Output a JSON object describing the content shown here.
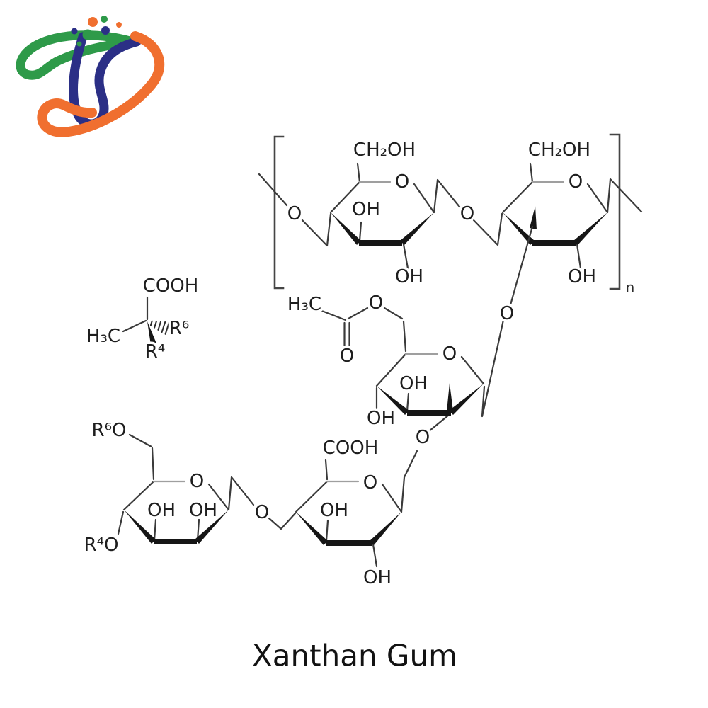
{
  "molecule": {
    "caption": "Xanthan Gum",
    "repeat_subscript": "n",
    "glycosidic_o_left": "O",
    "glycosidic_o_mid": "O",
    "sidechain_o_top": "O",
    "sidechain_o_mid": "O",
    "sidechain_o_bottom": "O",
    "backbone_glucose_1": {
      "ch2oh": "CH₂OH",
      "ring_o": "O",
      "oh_inner": "OH",
      "oh_bottom": "OH"
    },
    "backbone_glucose_2": {
      "ch2oh": "CH₂OH",
      "ring_o": "O",
      "oh_bottom": "OH"
    },
    "acetyl_mannose": {
      "ring_o": "O",
      "oh_inner": "OH",
      "oh_c4": "OH",
      "acetyl_h3c": "H₃C",
      "acetyl_ester_o": "O",
      "acetyl_carbonyl_o": "O"
    },
    "glucuronic_acid": {
      "cooh": "COOH",
      "ring_o": "O",
      "oh_inner": "OH",
      "oh_bottom": "OH"
    },
    "terminal_mannose": {
      "r6o": "R⁶O",
      "ring_o": "O",
      "oh_inner_left": "OH",
      "oh_inner_right": "OH",
      "r4o": "R⁴O"
    },
    "pyruvate": {
      "cooh": "COOH",
      "h3c": "H₃C",
      "r6": "R⁶",
      "r4": "R⁴"
    }
  },
  "logo": {
    "colors": {
      "green": "#2e9a49",
      "navy": "#2b2f86",
      "orange": "#f06f2f"
    }
  }
}
